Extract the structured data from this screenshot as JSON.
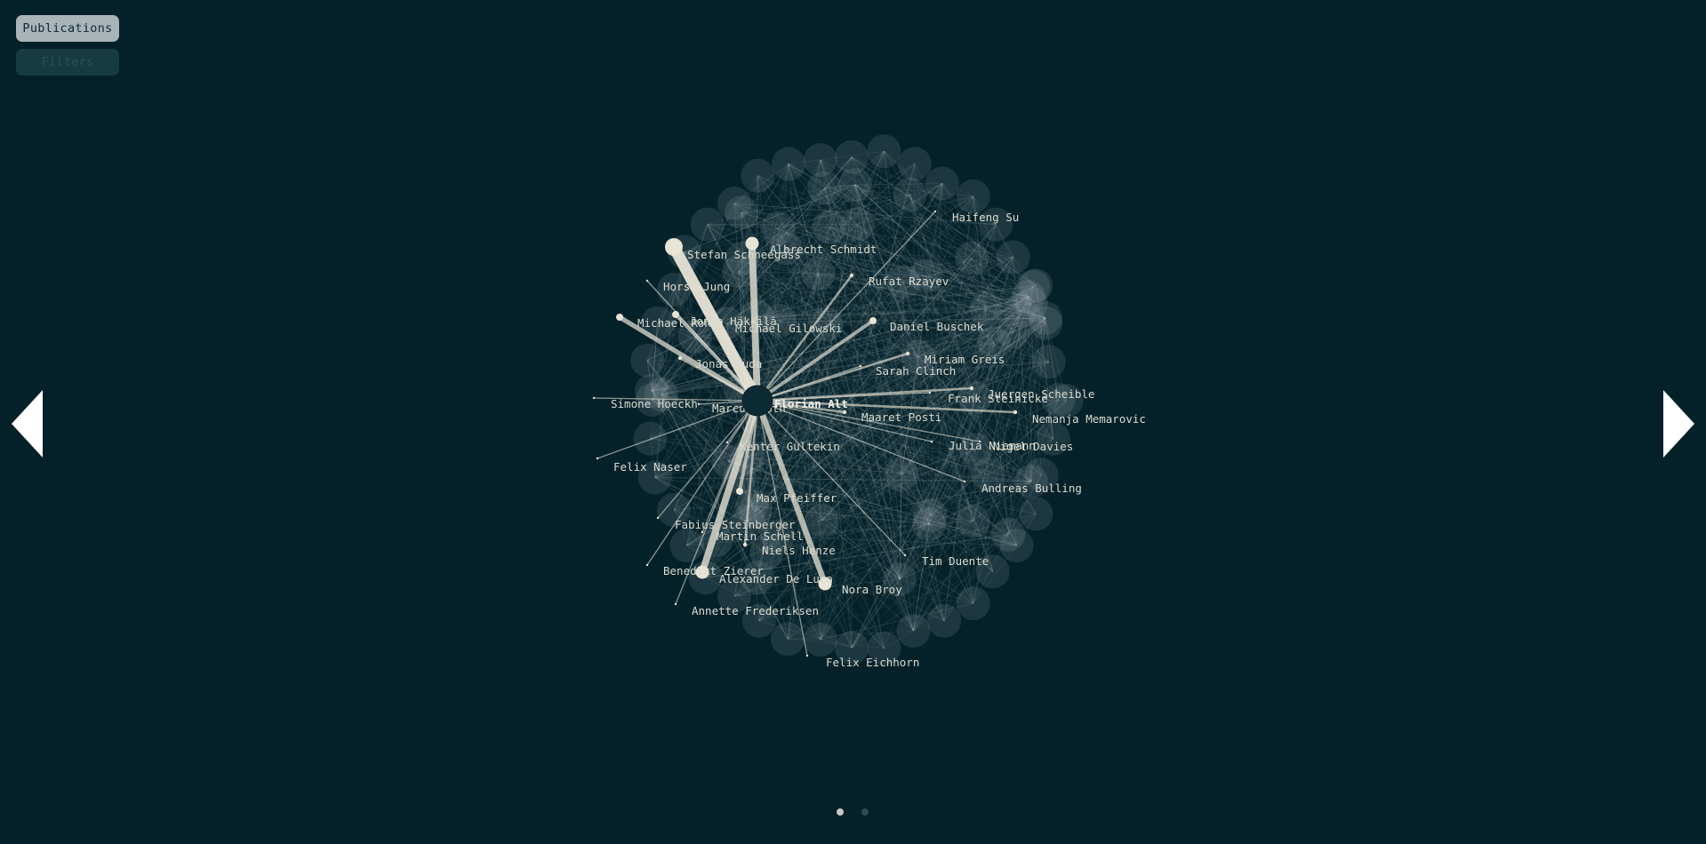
{
  "controls": {
    "publications_label": "Publications",
    "filters_label": "Filters"
  },
  "nav": {
    "prev_icon": "triangle-left-icon",
    "next_icon": "triangle-right-icon",
    "pages": [
      {
        "active": true
      },
      {
        "active": false
      }
    ]
  },
  "colors": {
    "background": "#04212a",
    "node": "#e8e4d6",
    "edge": "#e8e4d6",
    "label": "#dcdcd0",
    "halo": "#9fb0b4",
    "center": "#0c2a33"
  },
  "graph": {
    "center": "Florian Alt",
    "nodes": [
      {
        "name": "Stefan Schneegass",
        "strength": 10
      },
      {
        "name": "Albrecht Schmidt",
        "strength": 6
      },
      {
        "name": "Haifeng Su",
        "strength": 1
      },
      {
        "name": "Horst Jung",
        "strength": 1
      },
      {
        "name": "Rufat Rzayev",
        "strength": 2
      },
      {
        "name": "Michael Rohs",
        "strength": 4
      },
      {
        "name": "Jonna Häkkilä",
        "strength": 3
      },
      {
        "name": "Michael Gilowski",
        "strength": 1
      },
      {
        "name": "Daniel Buschek",
        "strength": 3
      },
      {
        "name": "Jonas Auda",
        "strength": 2
      },
      {
        "name": "Miriam Greis",
        "strength": 2
      },
      {
        "name": "Sarah Clinch",
        "strength": 1
      },
      {
        "name": "Simone Hoeckh",
        "strength": 1
      },
      {
        "name": "Marcus Foth",
        "strength": 1
      },
      {
        "name": "Juergen Scheible",
        "strength": 2
      },
      {
        "name": "Frank Steinicke",
        "strength": 1
      },
      {
        "name": "Maaret Posti",
        "strength": 2
      },
      {
        "name": "Nemanja Memarovic",
        "strength": 2
      },
      {
        "name": "Julia Niemann",
        "strength": 1
      },
      {
        "name": "Nigel Davies",
        "strength": 1
      },
      {
        "name": "Kenter Gultekin",
        "strength": 1
      },
      {
        "name": "Felix Naser",
        "strength": 1
      },
      {
        "name": "Andreas Bulling",
        "strength": 1
      },
      {
        "name": "Max Pfeiffer",
        "strength": 3
      },
      {
        "name": "Fabius Steinberger",
        "strength": 1
      },
      {
        "name": "Martin Schell",
        "strength": 1
      },
      {
        "name": "Niels Henze",
        "strength": 2
      },
      {
        "name": "Tim Duente",
        "strength": 1
      },
      {
        "name": "Benedikt Zierer",
        "strength": 1
      },
      {
        "name": "Alexander De Luca",
        "strength": 6
      },
      {
        "name": "Nora Broy",
        "strength": 5
      },
      {
        "name": "Annette Frederiksen",
        "strength": 1
      },
      {
        "name": "Felix Eichhorn",
        "strength": 1
      }
    ]
  }
}
